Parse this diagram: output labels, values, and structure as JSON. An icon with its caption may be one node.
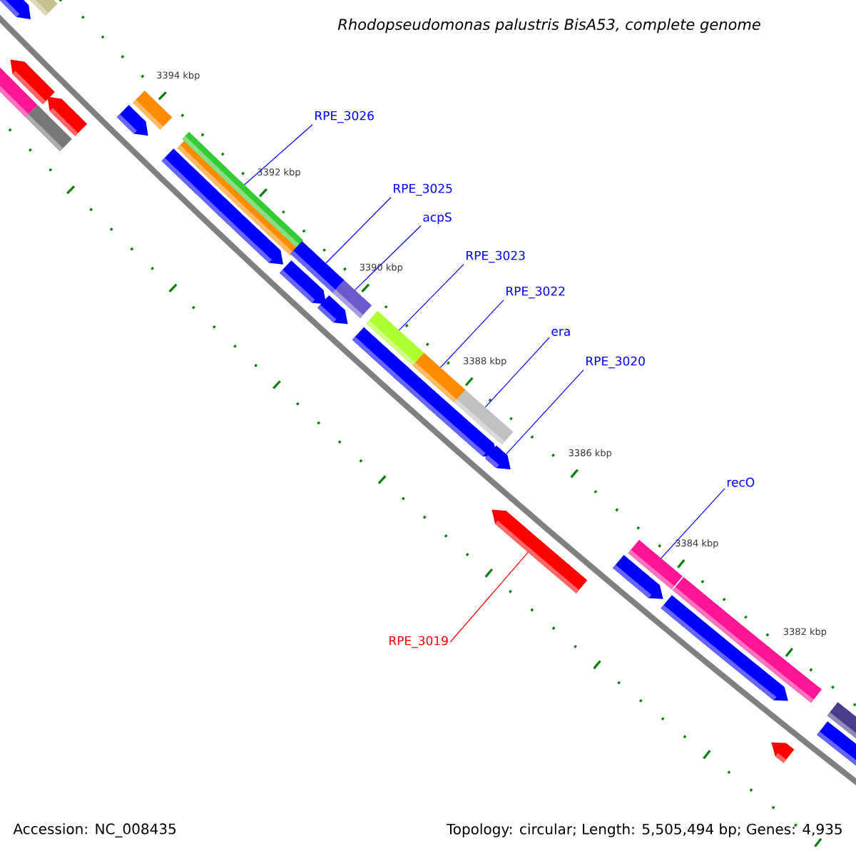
{
  "diagram": {
    "title": "Rhodopseudomonas palustris BisA53, complete genome",
    "nodes": [
      {
        "text": [
          "RPE_3026"
        ]
      },
      {
        "text": [
          "RPE_3025"
        ]
      },
      {
        "text": [
          "acpS"
        ]
      },
      {
        "text": [
          "RPE_3023"
        ]
      },
      {
        "text": [
          "RPE_3022"
        ]
      },
      {
        "text": [
          "era"
        ]
      },
      {
        "text": [
          "RPE_3020"
        ]
      },
      {
        "text": [
          "recO"
        ]
      },
      {
        "text": [
          "RPE_3019"
        ]
      },
      {
        "text": [],
        "shape": "pentagon"
      },
      {
        "text": [],
        "shape": "bar"
      },
      {
        "text": [],
        "shape": "pentagon"
      },
      {
        "text": [],
        "shape": "bar"
      },
      {
        "text": [],
        "shape": "bar"
      },
      {
        "text": [],
        "shape": "pentagon"
      },
      {
        "text": [],
        "shape": "pentagon"
      },
      {
        "text": [],
        "shape": "bar"
      },
      {
        "text": [],
        "shape": "pentagon"
      },
      {
        "text": [],
        "shape": "bar"
      },
      {
        "text": [],
        "shape": "bar"
      },
      {
        "text": [],
        "shape": "pentagon"
      },
      {
        "text": [],
        "shape": "bar"
      },
      {
        "text": [],
        "shape": "pentagon"
      },
      {
        "text": [],
        "shape": "bar"
      },
      {
        "text": [],
        "shape": "pentagon"
      },
      {
        "text": [],
        "shape": "bar"
      },
      {
        "text": [],
        "shape": "pentagon"
      },
      {
        "text": [],
        "shape": "bar"
      },
      {
        "text": [],
        "shape": "pentagon"
      },
      {
        "text": [],
        "shape": "bar"
      },
      {
        "text": [],
        "shape": "pentagon"
      },
      {
        "text": [],
        "shape": "pentagon"
      },
      {
        "text": [],
        "shape": "pentagon"
      },
      {
        "text": [],
        "shape": "bar"
      },
      {
        "text": [],
        "shape": "pentagon"
      },
      {
        "text": [],
        "shape": "bar"
      },
      {
        "text": [],
        "shape": "pentagon"
      },
      {
        "text": [],
        "shape": "pentagon"
      },
      {
        "text": [],
        "shape": "bar"
      }
    ],
    "edges": [
      {
        "from": 0,
        "to": 19,
        "arrow": "none"
      },
      {
        "from": 1,
        "to": 21,
        "arrow": "none"
      },
      {
        "from": 2,
        "to": 23,
        "arrow": "none"
      },
      {
        "from": 3,
        "to": 25,
        "arrow": "none"
      },
      {
        "from": 4,
        "to": 27,
        "arrow": "none"
      },
      {
        "from": 5,
        "to": 29,
        "arrow": "none"
      },
      {
        "from": 6,
        "to": 30,
        "arrow": "none"
      },
      {
        "from": 7,
        "to": 33,
        "arrow": "none"
      },
      {
        "from": 8,
        "to": 31,
        "arrow": "none",
        "color": "#ff0000"
      }
    ],
    "labels": [
      "3394 kbp",
      "3392 kbp",
      "3390 kbp",
      "3388 kbp",
      "3386 kbp",
      "3384 kbp",
      "3382 kbp",
      "Accession: NC_008435",
      "Topology: circular; Length: 5,505,494 bp; Genes: 4,935"
    ]
  }
}
